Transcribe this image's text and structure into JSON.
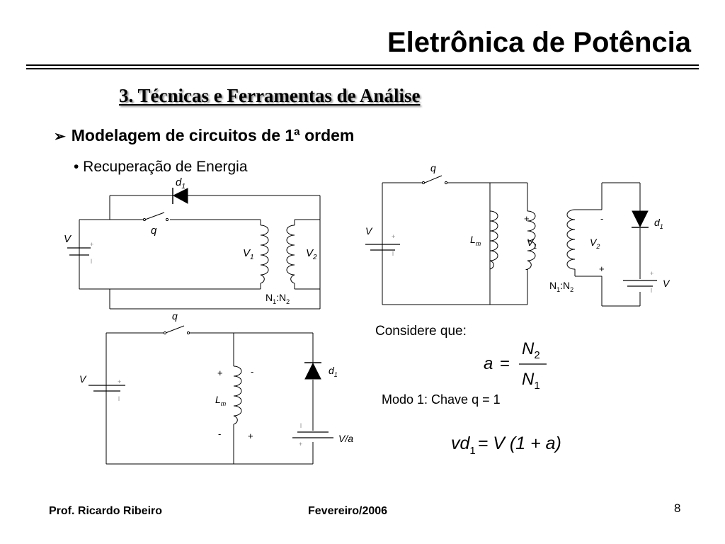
{
  "header": {
    "title": "Eletrônica de Potência",
    "section": "3. Técnicas e Ferramentas de Análise"
  },
  "content": {
    "bullet_main": "Modelagem de circuitos de 1ª ordem",
    "bullet_sub": "• Recuperação de Energia",
    "consider": "Considere que:",
    "mode": "Modo 1: Chave q = 1"
  },
  "equations": {
    "ratio": {
      "lhs": "a",
      "eq": "=",
      "num": "N",
      "num_sub": "2",
      "den": "N",
      "den_sub": "1"
    },
    "vd": {
      "v": "vd",
      "sub": "1",
      "rhs": "= V (1 + a)"
    }
  },
  "circuit1": {
    "source": "V",
    "diode": "d",
    "diode_sub": "1",
    "switch": "q",
    "v1": "V",
    "v1_sub": "1",
    "v2": "V",
    "v2_sub": "2",
    "ratio_a": "N",
    "ratio_a_sub": "1",
    "ratio_sep": ":N",
    "ratio_b_sub": "2"
  },
  "circuit2": {
    "source": "V",
    "switch": "q",
    "inductor": "L",
    "inductor_sub": "m",
    "v1": "V",
    "v1_sub": "1",
    "v2": "V",
    "v2_sub": "2",
    "diode": "d",
    "diode_sub": "1",
    "source2": "V",
    "ratio_a": "N",
    "ratio_a_sub": "1",
    "ratio_sep": ":N",
    "ratio_b_sub": "2"
  },
  "circuit3": {
    "source": "V",
    "switch": "q",
    "inductor": "L",
    "inductor_sub": "m",
    "diode": "d",
    "diode_sub": "1",
    "source2": "V/a"
  },
  "polarity": {
    "plus": "+",
    "minus": "-",
    "tick": "l"
  },
  "footer": {
    "author": "Prof. Ricardo Ribeiro",
    "date": "Fevereiro/2006",
    "page": "8"
  }
}
